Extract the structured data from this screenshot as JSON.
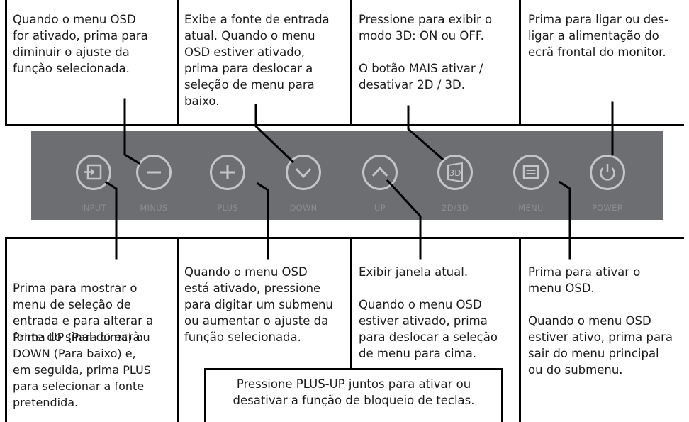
{
  "top_callouts": [
    {
      "text": "Quando o menu OSD\nfor ativado, prima para\ndiminuir o ajuste da\nfunção selecionada."
    },
    {
      "text": "Exibe a fonte de entrada\natual. Quando o menu\nOSD estiver ativado,\nprima para deslocar a\nseleção de menu para\nbaixo."
    },
    {
      "text": "Pressione para exibir o\nmodo 3D: ON ou OFF.\n\nO botão MAIS ativar /\ndesativar 2D / 3D."
    },
    {
      "text": "Prima para ligar ou des-\nligar a alimentação do\necrã frontal do monitor."
    }
  ],
  "bottom_callouts": [
    {
      "text": "Prima para mostrar o\nmenu de seleção de\nentrada e para alterar a\nfonte do sinal do ecrã."
    },
    {
      "text": "Prima UP (Para cima) ou\nDOWN (Para baixo) e,\nem seguida, prima PLUS\npara selecionar a fonte\npretendida."
    },
    {
      "text": "Quando o menu OSD\nestá ativado, pressione\npara digitar um submenu\nou aumentar o ajuste da\nfunção selecionada."
    },
    {
      "text": "Exibir janela atual.\n\nQuando o menu OSD\nestiver ativado, prima\npara deslocar a seleção\nde menu para cima."
    },
    {
      "text": "Prima para ativar o\nmenu OSD.\n\nQuando o menu OSD\nestiver ativo, prima para\nsair do menu principal\nou do submenu."
    }
  ],
  "center_note": "Pressione PLUS-UP juntos para ativar ou\ndesativar a função de bloqueio de teclas.",
  "buttons": [
    {
      "label": "INPUT",
      "icon": "input-icon"
    },
    {
      "label": "MINUS",
      "icon": "minus-icon"
    },
    {
      "label": "PLUS",
      "icon": "plus-icon"
    },
    {
      "label": "DOWN",
      "icon": "chevron-down-icon"
    },
    {
      "label": "UP",
      "icon": "chevron-up-icon"
    },
    {
      "label": "2D/3D",
      "icon": "3d-icon",
      "icon_text": "3D"
    },
    {
      "label": "MENU",
      "icon": "menu-icon"
    },
    {
      "label": "POWER",
      "icon": "power-icon"
    }
  ],
  "colors": {
    "panel": "#6d6e71",
    "button_ring": "#c4c5c7",
    "button_label": "#8c8d90"
  }
}
